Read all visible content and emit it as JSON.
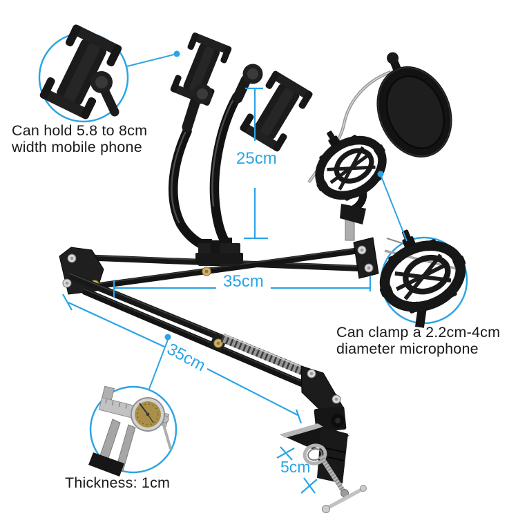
{
  "annotations": {
    "phone_hold": {
      "line1": "Can hold 5.8 to 8cm",
      "line2": "width mobile phone"
    },
    "mic_clamp": {
      "line1": "Can clamp a 2.2cm-4cm",
      "line2": "diameter microphone"
    },
    "thickness": {
      "text": "Thickness: 1cm"
    }
  },
  "measurements": {
    "gooseneck_height": "25cm",
    "upper_arm_length": "35cm",
    "lower_arm_length": "35cm",
    "clamp_opening": "5cm"
  },
  "colors": {
    "annotation_blue": "#2ba4e5",
    "text_black": "#1a1a1a",
    "product_black": "#181818",
    "metal_silver": "#b5b5b5",
    "dial_gold": "#a98f47",
    "background": "#ffffff"
  }
}
